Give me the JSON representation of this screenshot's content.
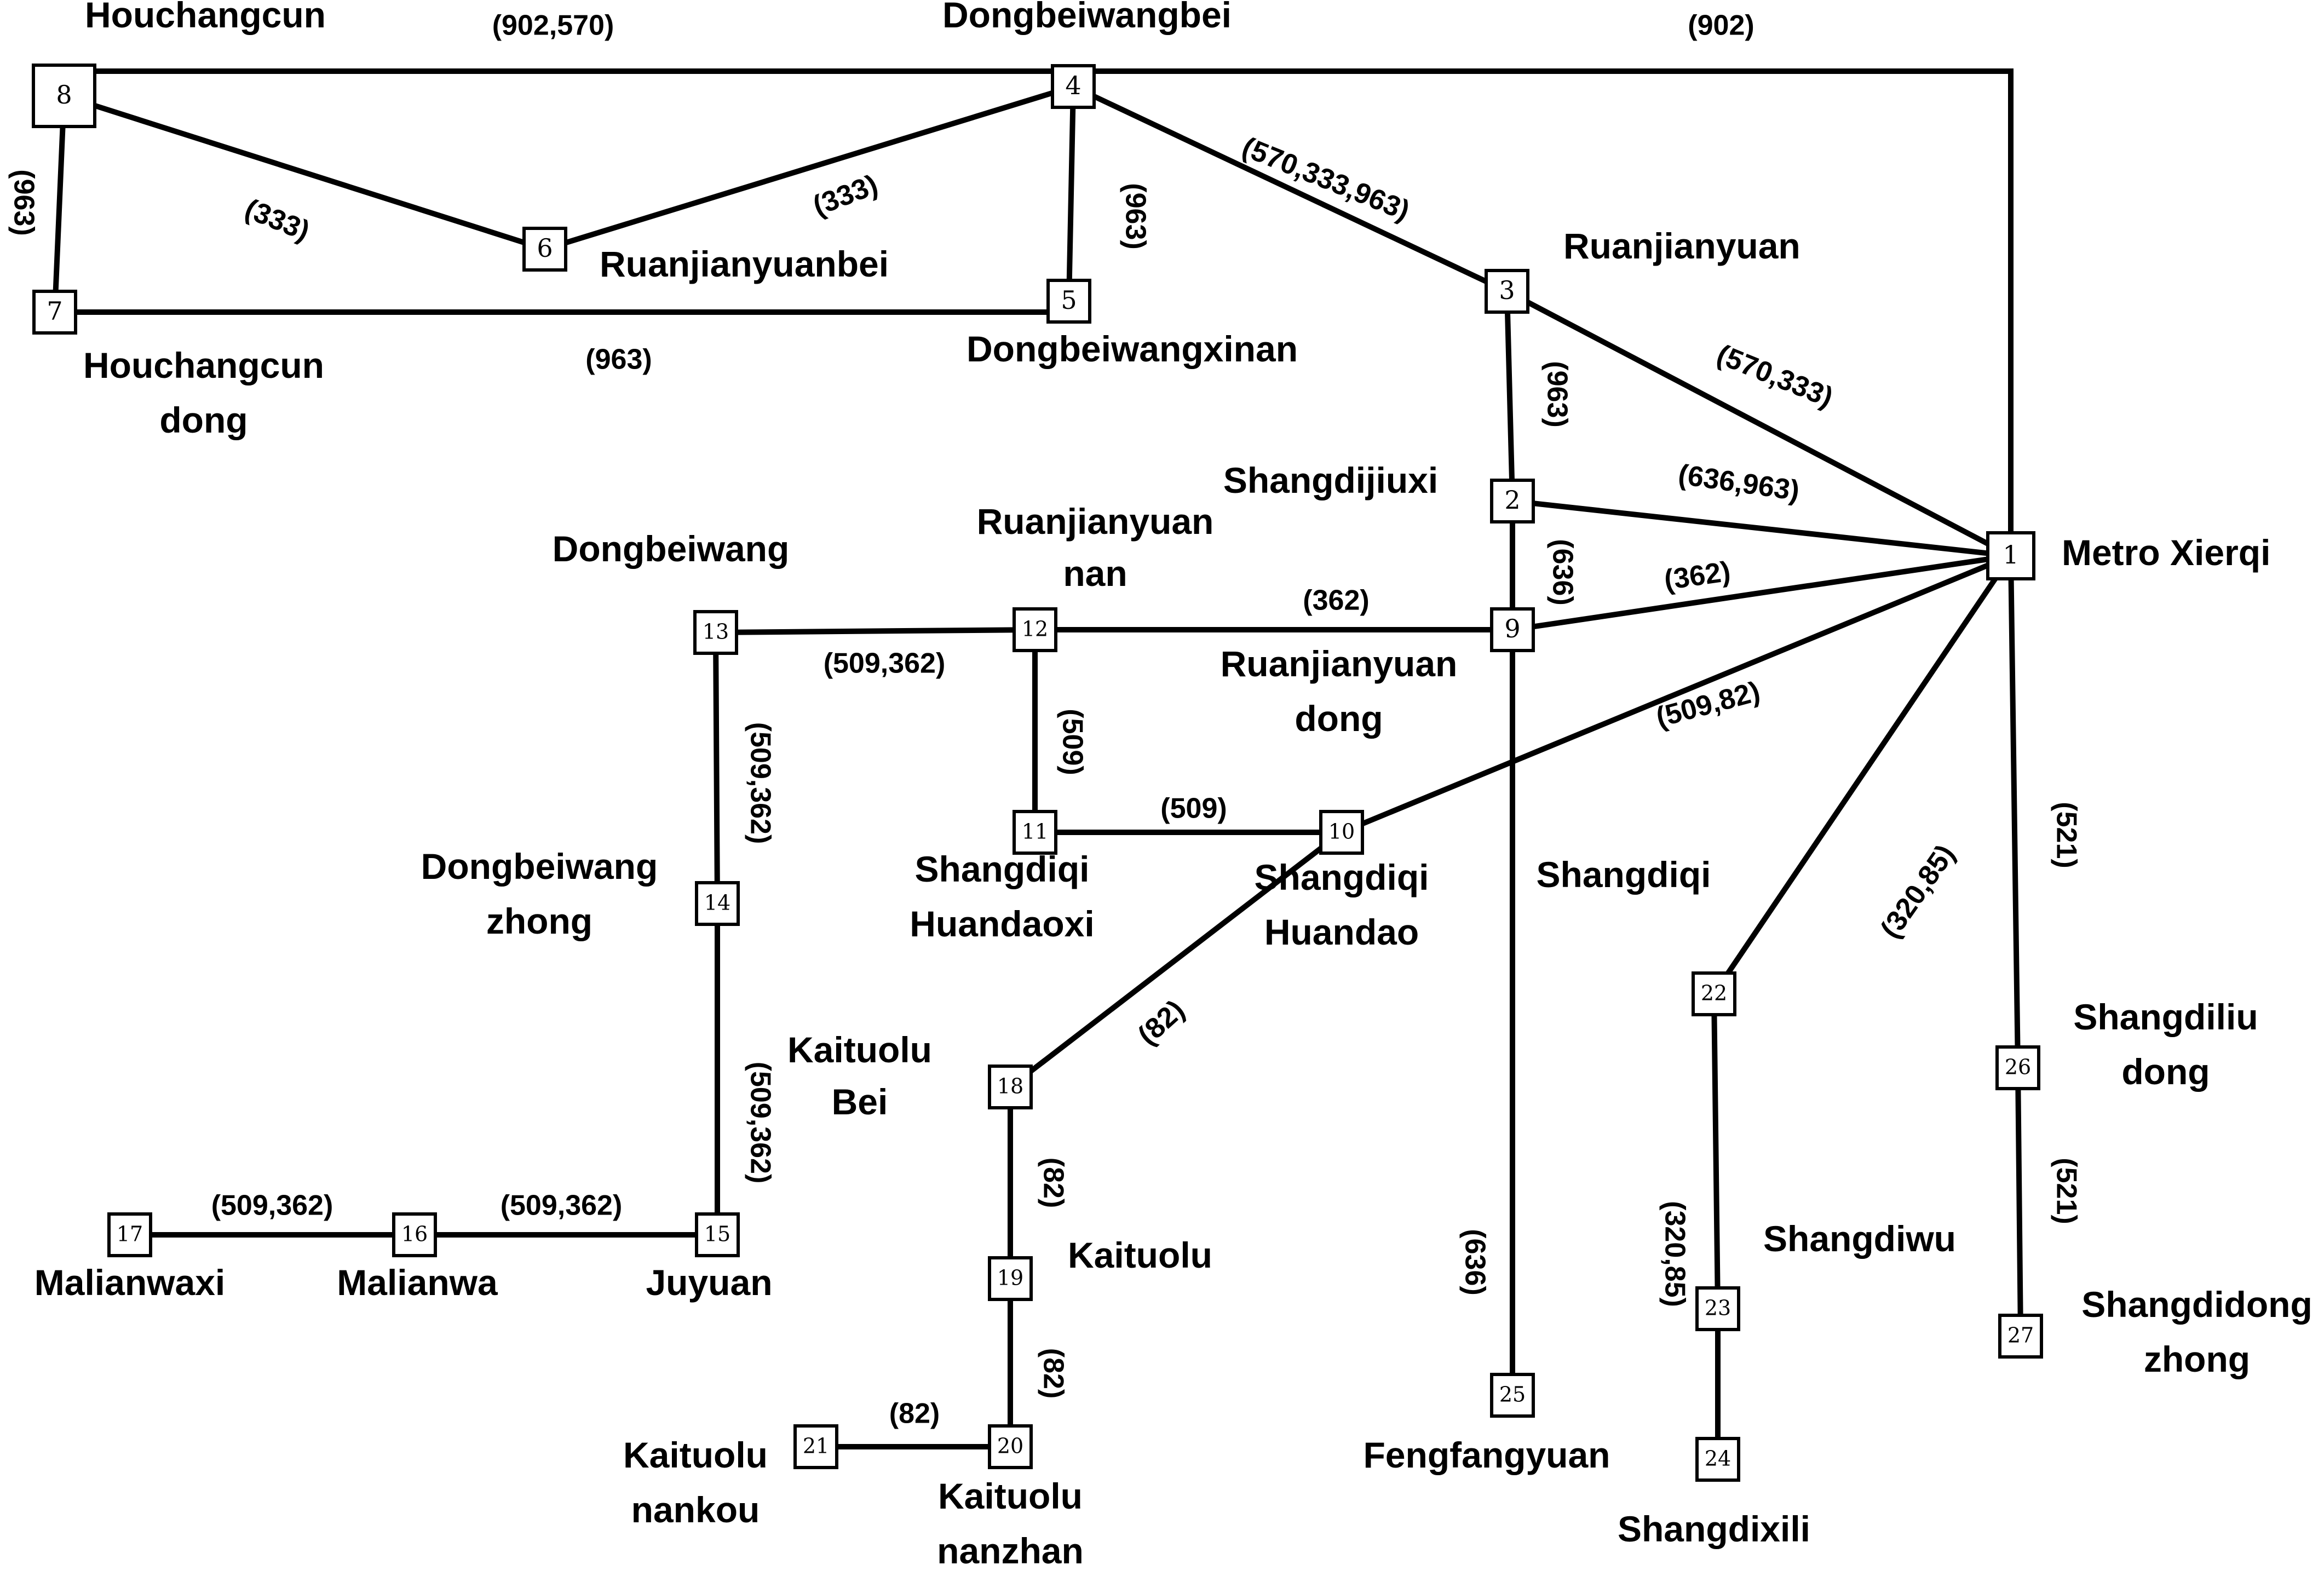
{
  "nodes": [
    {
      "id": "1",
      "label": [
        "Metro Xierqi"
      ]
    },
    {
      "id": "2",
      "label": [
        "Shangdijiuxi"
      ]
    },
    {
      "id": "3",
      "label": [
        "Ruanjianyuan"
      ]
    },
    {
      "id": "4",
      "label": [
        "Dongbeiwangbei"
      ]
    },
    {
      "id": "5",
      "label": [
        "Dongbeiwangxinan"
      ]
    },
    {
      "id": "6",
      "label": [
        "Ruanjianyuanbei"
      ]
    },
    {
      "id": "7",
      "label": [
        "Houchangcun",
        "dong"
      ]
    },
    {
      "id": "8",
      "label": [
        "Houchangcun"
      ]
    },
    {
      "id": "9",
      "label": [
        "Ruanjianyuan",
        "dong"
      ]
    },
    {
      "id": "10",
      "label": [
        "Shangdiqi",
        "Huandao"
      ]
    },
    {
      "id": "11",
      "label": [
        "Shangdiqi",
        "Huandaoxi"
      ]
    },
    {
      "id": "12",
      "label": [
        "Ruanjianyuan",
        "nan"
      ]
    },
    {
      "id": "13",
      "label": [
        "Dongbeiwang"
      ]
    },
    {
      "id": "14",
      "label": [
        "Dongbeiwang",
        "zhong"
      ]
    },
    {
      "id": "15",
      "label": [
        "Juyuan"
      ]
    },
    {
      "id": "16",
      "label": [
        "Malianwa"
      ]
    },
    {
      "id": "17",
      "label": [
        "Malianwaxi"
      ]
    },
    {
      "id": "18",
      "label": [
        "Kaituolu",
        "Bei"
      ]
    },
    {
      "id": "19",
      "label": [
        "Kaituolu"
      ]
    },
    {
      "id": "20",
      "label": [
        "Kaituolu",
        "nanzhan"
      ]
    },
    {
      "id": "21",
      "label": [
        "Kaituolu",
        "nankou"
      ]
    },
    {
      "id": "22",
      "label": [
        "Shangdiqi"
      ]
    },
    {
      "id": "23",
      "label": [
        "Shangdiwu"
      ]
    },
    {
      "id": "24",
      "label": [
        "Shangdixili"
      ]
    },
    {
      "id": "25",
      "label": [
        "Fengfangyuan"
      ]
    },
    {
      "id": "26",
      "label": [
        "Shangdiliu",
        "dong"
      ]
    },
    {
      "id": "27",
      "label": [
        "Shangdidong",
        "zhong"
      ]
    }
  ],
  "edges": [
    {
      "from": "8",
      "to": "4",
      "label": "(902,570)"
    },
    {
      "from": "4",
      "to": "1",
      "label": "(902)"
    },
    {
      "from": "8",
      "to": "6",
      "label": "(333)"
    },
    {
      "from": "6",
      "to": "4",
      "label": "(333)"
    },
    {
      "from": "8",
      "to": "7",
      "label": "(963)"
    },
    {
      "from": "7",
      "to": "5",
      "label": "(963)"
    },
    {
      "from": "4",
      "to": "5",
      "label": "(963)"
    },
    {
      "from": "4",
      "to": "3",
      "label": "(570,333,963)"
    },
    {
      "from": "3",
      "to": "1",
      "label": "(570,333)"
    },
    {
      "from": "3",
      "to": "2",
      "label": "(963)"
    },
    {
      "from": "2",
      "to": "1",
      "label": "(636,963)"
    },
    {
      "from": "2",
      "to": "9",
      "label": "(636)"
    },
    {
      "from": "9",
      "to": "1",
      "label": "(362)"
    },
    {
      "from": "12",
      "to": "9",
      "label": "(362)"
    },
    {
      "from": "13",
      "to": "12",
      "label": "(509,362)"
    },
    {
      "from": "12",
      "to": "11",
      "label": "(509)"
    },
    {
      "from": "11",
      "to": "10",
      "label": "(509)"
    },
    {
      "from": "10",
      "to": "1",
      "label": "(509,82)"
    },
    {
      "from": "13",
      "to": "14",
      "label": "(509,362)"
    },
    {
      "from": "14",
      "to": "15",
      "label": "(509,362)"
    },
    {
      "from": "16",
      "to": "15",
      "label": "(509,362)"
    },
    {
      "from": "17",
      "to": "16",
      "label": "(509,362)"
    },
    {
      "from": "10",
      "to": "18",
      "label": "(82)"
    },
    {
      "from": "18",
      "to": "19",
      "label": "(82)"
    },
    {
      "from": "19",
      "to": "20",
      "label": "(82)"
    },
    {
      "from": "21",
      "to": "20",
      "label": "(82)"
    },
    {
      "from": "9",
      "to": "25",
      "label": "(636)"
    },
    {
      "from": "1",
      "to": "22",
      "label": "(320,85)"
    },
    {
      "from": "22",
      "to": "23",
      "label": "(320,85)"
    },
    {
      "from": "23",
      "to": "24",
      "label": ""
    },
    {
      "from": "1",
      "to": "26",
      "label": "(521)"
    },
    {
      "from": "26",
      "to": "27",
      "label": "(521)"
    }
  ]
}
